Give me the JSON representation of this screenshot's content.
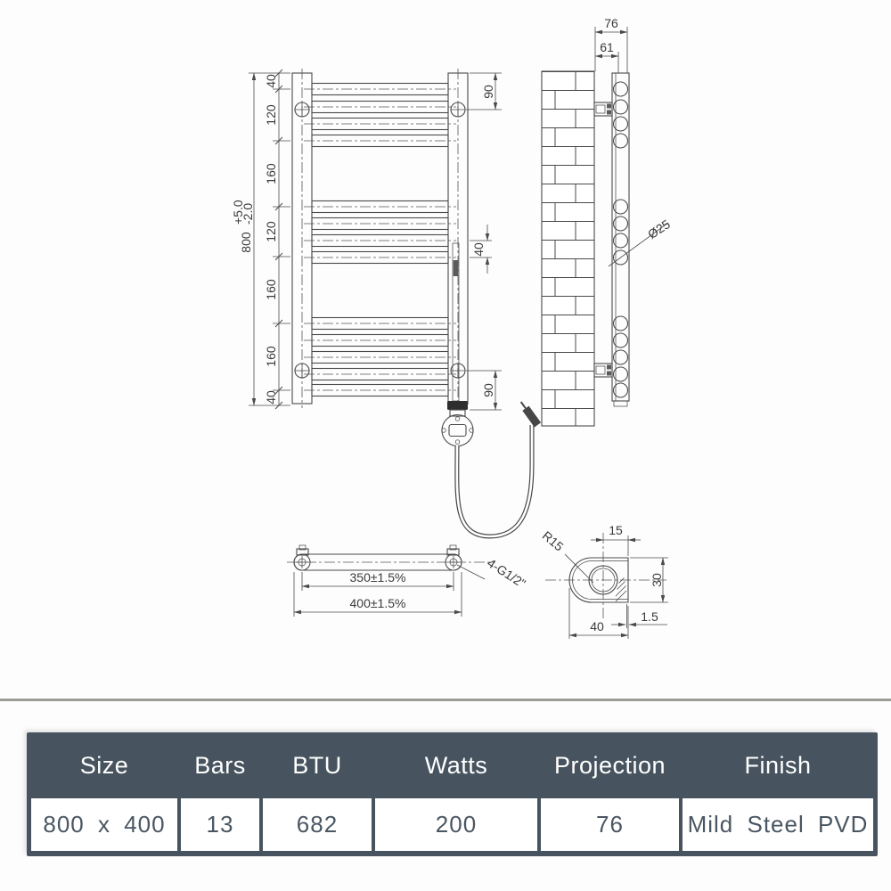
{
  "colors": {
    "table_header_bg": "#47545F",
    "table_header_text": "#FFFFFF",
    "table_cell_text": "#4A5662",
    "separator_line": "#9C9C98",
    "drawing_line": "#4A4A4A"
  },
  "drawing": {
    "front_view": {
      "segment_dims": [
        "40",
        "120",
        "160",
        "120",
        "160",
        "160",
        "40"
      ],
      "overall_height": "800",
      "tolerance_plus": "+5.0",
      "tolerance_minus": "-2.0",
      "top_bracket_offset": "90",
      "element_gap": "40",
      "bottom_bracket_offset": "90"
    },
    "side_view": {
      "projection": "76",
      "bracket_depth": "61",
      "bar_diameter": "Ø25"
    },
    "bottom_view": {
      "pipe_centres": "350±1.5%",
      "overall_width": "400±1.5%",
      "connections": "4-G1/2\""
    },
    "section_view": {
      "corner_radius": "R15",
      "hole_offset": "15",
      "profile_height": "30",
      "wall_thickness": "1.5",
      "profile_width": "40"
    }
  },
  "spec_table": {
    "columns": [
      "Size",
      "Bars",
      "BTU",
      "Watts",
      "Projection",
      "Finish"
    ],
    "row": [
      "800 x 400",
      "13",
      "682",
      "200",
      "76",
      "Mild Steel PVD"
    ]
  }
}
